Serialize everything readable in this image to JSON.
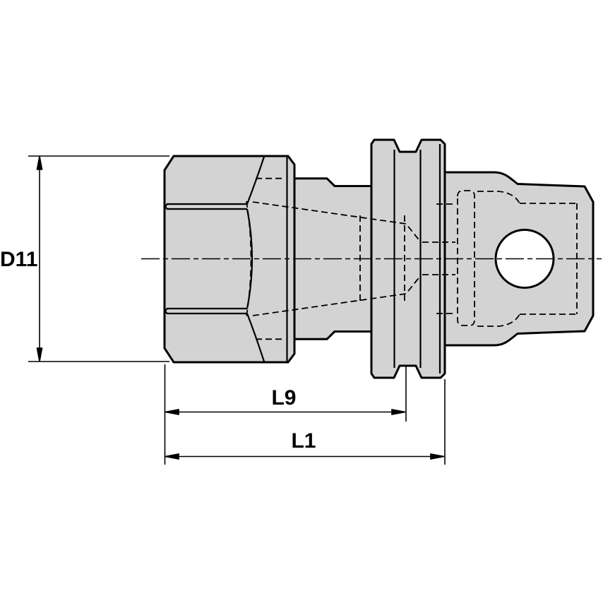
{
  "drawing": {
    "type": "engineering-line-drawing",
    "subject": "collet-chuck-adapter-side-view",
    "labels": {
      "diameter": "D11",
      "length_gauge": "L9",
      "length_overall": "L1"
    },
    "colors": {
      "background": "#ffffff",
      "part_fill": "#d3d3d3",
      "line": "#000000"
    }
  }
}
